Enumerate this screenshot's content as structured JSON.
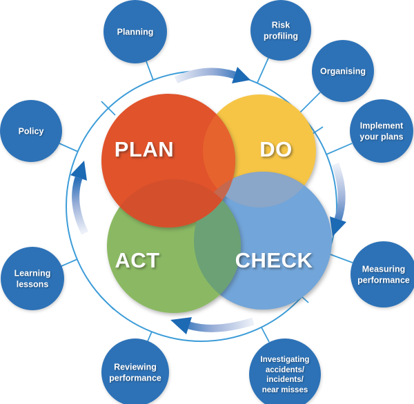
{
  "diagram": {
    "type": "pdca-cycle",
    "center_labels": {
      "plan": "PLAN",
      "do": "DO",
      "check": "CHECK",
      "act": "ACT"
    },
    "satellites": [
      {
        "name": "planning",
        "lines": [
          "Planning"
        ]
      },
      {
        "name": "risk-profiling",
        "lines": [
          "Risk",
          "profiling"
        ]
      },
      {
        "name": "organising",
        "lines": [
          "Organising"
        ]
      },
      {
        "name": "implement-your-plans",
        "lines": [
          "Implement",
          "your plans"
        ]
      },
      {
        "name": "measuring-performance",
        "lines": [
          "Measuring",
          "performance"
        ]
      },
      {
        "name": "investigating-accidents",
        "lines": [
          "Investigating",
          "accidents/",
          "incidents/",
          "near misses"
        ]
      },
      {
        "name": "reviewing-performance",
        "lines": [
          "Reviewing",
          "performance"
        ]
      },
      {
        "name": "learning-lessons",
        "lines": [
          "Learning",
          "lessons"
        ]
      },
      {
        "name": "policy",
        "lines": [
          "Policy"
        ]
      }
    ],
    "icons": {
      "arrows": "clockwise-curved-arrow"
    },
    "colors": {
      "plan": "#E1532B",
      "do": "#F6C545",
      "check": "#72A5D9",
      "act": "#8BB963",
      "overlap_plan_do": "#E7632E",
      "overlap_plan_act": "#D4502C",
      "overlap_plan_check": "#C4684F",
      "overlap_do_check": "#8AA6C8",
      "overlap_act_check": "#6BA175",
      "satellite": "#2D72B7",
      "ring": "#3C9CD8",
      "arrow_tail": "#ECF0F8",
      "arrow_mid": "#9AAFD8",
      "arrow_band_dark": "#2E72BA",
      "arrow_head": "#1C69B4",
      "label_text": "#FFFFFF"
    }
  }
}
